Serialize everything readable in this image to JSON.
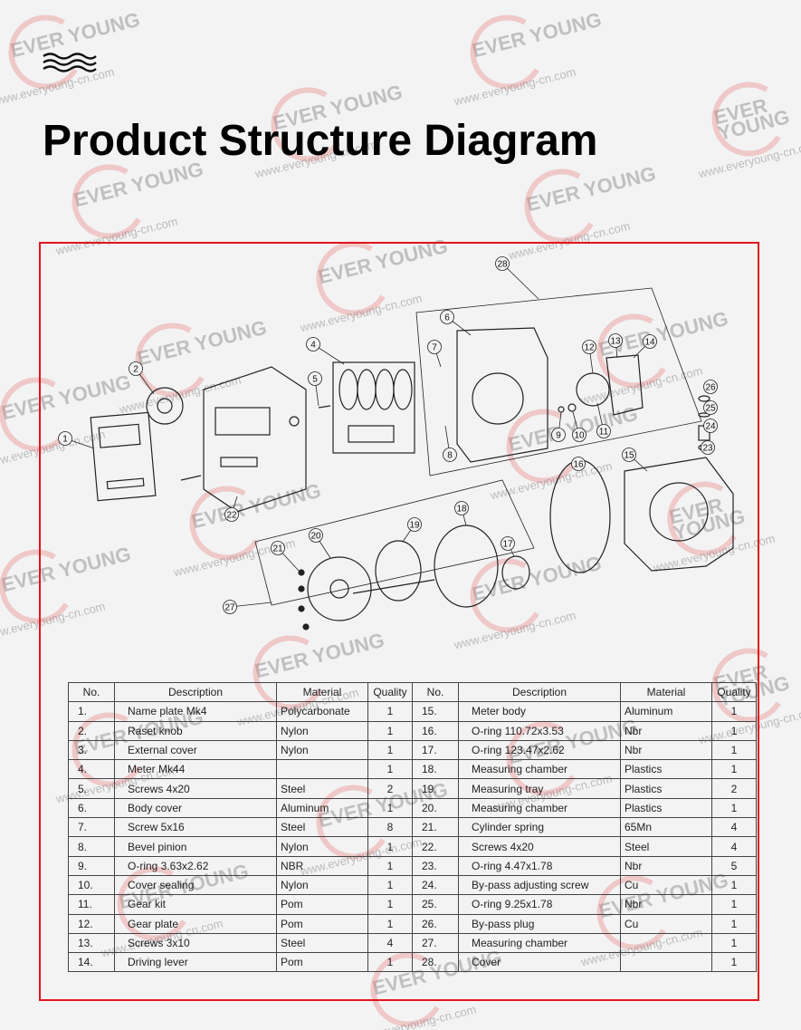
{
  "page_title": "Product Structure Diagram",
  "watermark": {
    "logo": "EVER YOUNG",
    "url": "www.everyoung-cn.com"
  },
  "diagram": {
    "callouts": [
      "1",
      "2",
      "4",
      "5",
      "6",
      "7",
      "8",
      "9",
      "10",
      "11",
      "12",
      "13",
      "14",
      "15",
      "16",
      "17",
      "18",
      "19",
      "20",
      "21",
      "22",
      "23",
      "24",
      "25",
      "26",
      "27",
      "28"
    ]
  },
  "table": {
    "headers": [
      "No.",
      "Description",
      "Material",
      "Quality"
    ],
    "left": [
      [
        "1.",
        "Name plate Mk4",
        "Polycarbonate",
        "1"
      ],
      [
        "2.",
        "Raset knob",
        "Nylon",
        "1"
      ],
      [
        "3.",
        "External cover",
        "Nylon",
        "1"
      ],
      [
        "4.",
        "Meter Mk44",
        "",
        "1"
      ],
      [
        "5.",
        "Screws 4x20",
        "Steel",
        "2"
      ],
      [
        "6.",
        "Body cover",
        "Aluminum",
        "1"
      ],
      [
        "7.",
        "Screw 5x16",
        "Steel",
        "8"
      ],
      [
        "8.",
        "Bevel pinion",
        "Nylon",
        "1"
      ],
      [
        "9.",
        "O-ring 3.63x2.62",
        "NBR",
        "1"
      ],
      [
        "10.",
        "Cover sealing",
        "Nylon",
        "1"
      ],
      [
        "11.",
        "Gear kit",
        "Pom",
        "1"
      ],
      [
        "12.",
        "Gear plate",
        "Pom",
        "1"
      ],
      [
        "13.",
        "Screws 3x10",
        "Steel",
        "4"
      ],
      [
        "14.",
        "Driving lever",
        "Pom",
        "1"
      ]
    ],
    "right": [
      [
        "15.",
        "Meter body",
        "Aluminum",
        "1"
      ],
      [
        "16.",
        "O-ring 110.72x3.53",
        "Nbr",
        "1"
      ],
      [
        "17.",
        "O-ring 123.47x2.62",
        "Nbr",
        "1"
      ],
      [
        "18.",
        "Measuring chamber",
        "Plastics",
        "1"
      ],
      [
        "19.",
        "Measuring tray",
        "Plastics",
        "2"
      ],
      [
        "20.",
        "Measuring chamber",
        "Plastics",
        "1"
      ],
      [
        "21.",
        "Cylinder spring",
        "65Mn",
        "4"
      ],
      [
        "22.",
        "Screws 4x20",
        "Steel",
        "4"
      ],
      [
        "23.",
        "O-ring 4.47x1.78",
        "Nbr",
        "5"
      ],
      [
        "24.",
        "By-pass adjusting screw",
        "Cu",
        "1"
      ],
      [
        "25.",
        "O-ring 9.25x1.78",
        "Nbr",
        "1"
      ],
      [
        "26.",
        "By-pass plug",
        "Cu",
        "1"
      ],
      [
        "27.",
        "Measuring chamber",
        "",
        "1"
      ],
      [
        "28.",
        "Cover",
        "",
        "1"
      ]
    ]
  },
  "colors": {
    "frame": "#e3141c",
    "background": "#f3f3f3"
  }
}
